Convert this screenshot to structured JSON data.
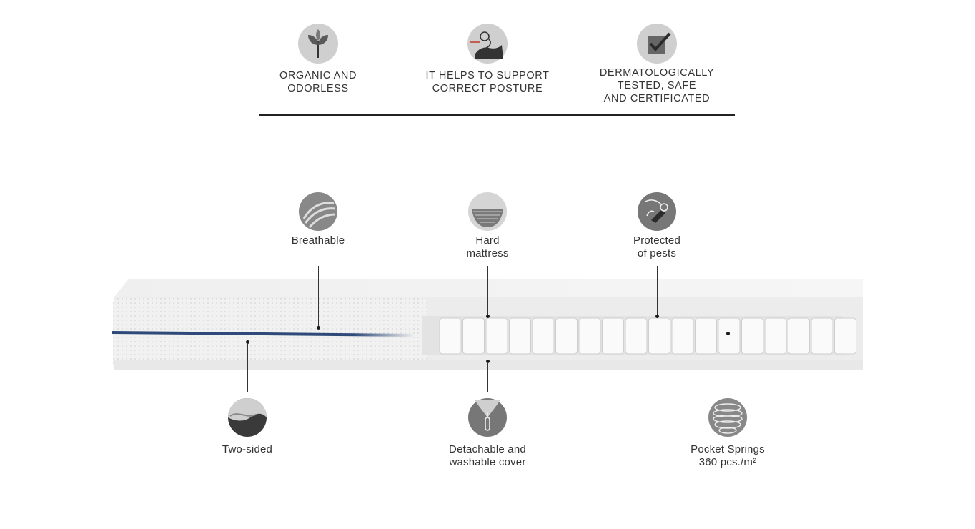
{
  "top_features": [
    {
      "icon": "leaf-icon",
      "label": "ORGANIC AND\nODORLESS"
    },
    {
      "icon": "posture-icon",
      "label": "IT HELPS TO SUPPORT\nCORRECT POSTURE"
    },
    {
      "icon": "checkmark-icon",
      "label": "DERMATOLOGICALLY\nTESTED, SAFE\nAND CERTIFICATED"
    }
  ],
  "features": {
    "breathable": {
      "icon": "breathable-icon",
      "label": "Breathable"
    },
    "hard": {
      "icon": "hard-mattress-icon",
      "label": "Hard\nmattress"
    },
    "pests": {
      "icon": "pest-protection-icon",
      "label": "Protected\nof pests"
    },
    "two_sided": {
      "icon": "yin-yang-icon",
      "label": "Two-sided"
    },
    "cover": {
      "icon": "zipper-icon",
      "label": "Detachable and\nwashable cover"
    },
    "springs": {
      "icon": "spring-icon",
      "label": "Pocket Springs\n360 pcs./m²"
    }
  },
  "colors": {
    "icon_bg": "#c9c9c9",
    "icon_dark": "#555555",
    "seam_blue": "#2f4a7a"
  }
}
